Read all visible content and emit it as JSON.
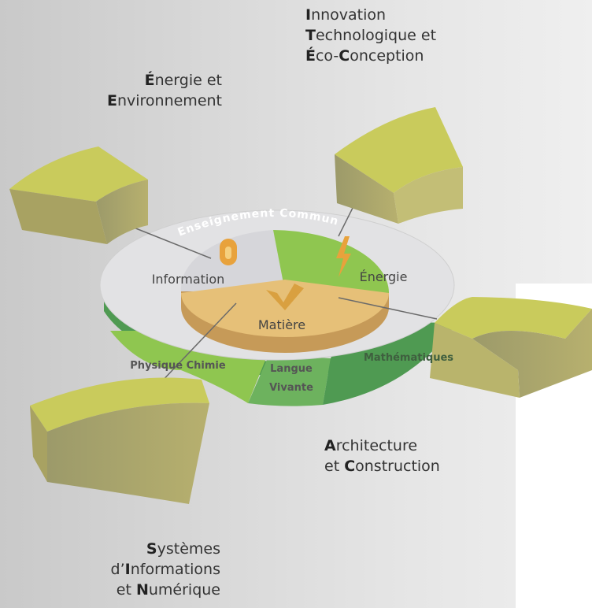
{
  "common_label": "Enseignement Commun",
  "center": {
    "information": "Information",
    "energie": "Énergie",
    "matiere": "Matière"
  },
  "ring": {
    "physique": "Physique Chimie",
    "langue_1": "Langue",
    "langue_2": "Vivante",
    "maths": "Mathématiques"
  },
  "specialties": {
    "itec": [
      [
        "I",
        "nnovation"
      ],
      [
        "T",
        "echnologique et"
      ],
      [
        "É",
        "co-",
        "C",
        "onception"
      ]
    ],
    "ee": [
      [
        "É",
        "nergie et"
      ],
      [
        "E",
        "nvironnement"
      ]
    ],
    "ac": [
      [
        "A",
        "rchitecture"
      ],
      [
        "et ",
        "C",
        "onstruction"
      ]
    ],
    "sin": [
      [
        "S",
        "ystèmes"
      ],
      [
        "d’",
        "I",
        "nformations"
      ],
      [
        "et ",
        "N",
        "umérique"
      ]
    ]
  },
  "colors": {
    "block_top": "#c9cb5c",
    "block_side": "#a4a06e",
    "energie_green": "#8fc650",
    "langue_green": "#6db25e",
    "maths_green": "#4f9a52",
    "matiere_orange": "#e6c078",
    "icon_orange": "#e8a23c"
  },
  "icons": [
    "information-icon",
    "lightning-icon",
    "matiere-icon"
  ]
}
